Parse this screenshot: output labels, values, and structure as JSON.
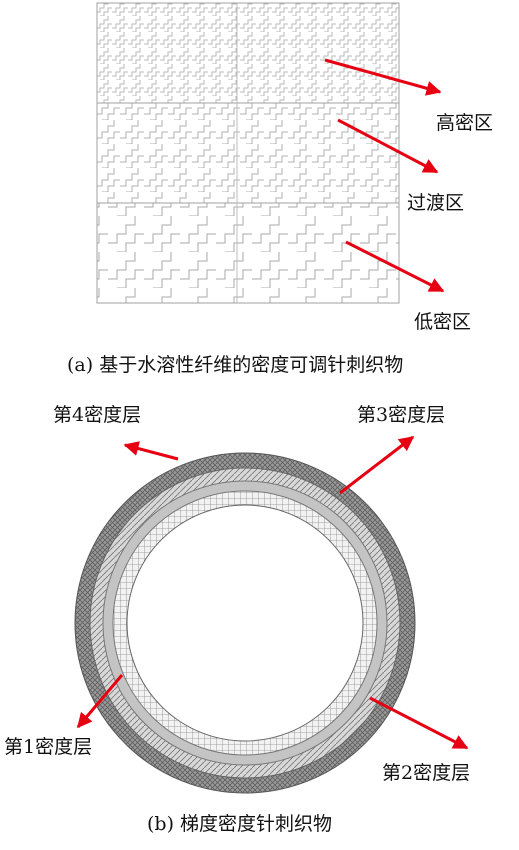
{
  "panel_a": {
    "zones": [
      {
        "label": "高密区",
        "level": "high"
      },
      {
        "label": "过渡区",
        "level": "transition"
      },
      {
        "label": "低密区",
        "level": "low"
      }
    ],
    "caption": "(a) 基于水溶性纤维的密度可调针刺织物"
  },
  "panel_b": {
    "layers": [
      {
        "label": "第1密度层"
      },
      {
        "label": "第2密度层"
      },
      {
        "label": "第3密度层"
      },
      {
        "label": "第4密度层"
      }
    ],
    "caption": "(b) 梯度密度针刺织物"
  },
  "colors": {
    "arrow": "#e60012",
    "line": "#9a9a9a",
    "ring_dark": "#8c8c8c",
    "ring_light": "#cfcfcf"
  }
}
